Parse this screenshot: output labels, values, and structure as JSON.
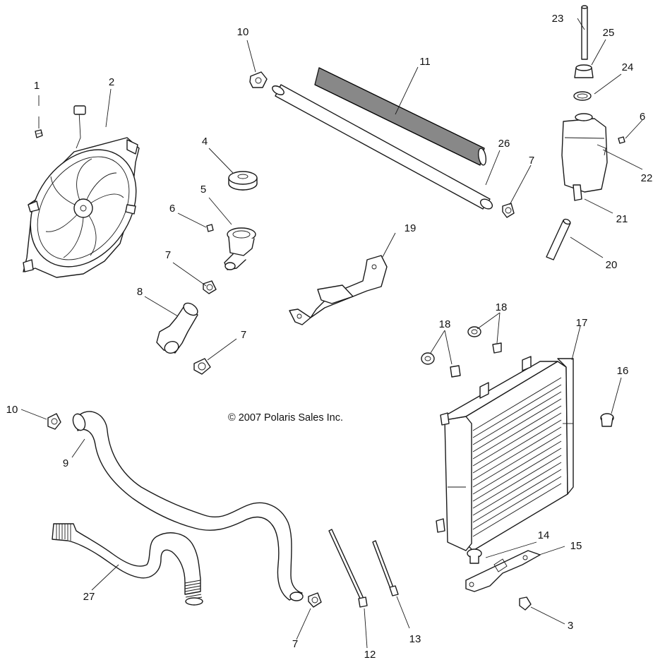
{
  "copyright": "© 2007 Polaris Sales Inc.",
  "callouts": [
    "1",
    "2",
    "3",
    "4",
    "5",
    "6",
    "6",
    "7",
    "7",
    "7",
    "7",
    "8",
    "9",
    "10",
    "10",
    "11",
    "12",
    "13",
    "14",
    "15",
    "16",
    "17",
    "18",
    "18",
    "19",
    "20",
    "21",
    "22",
    "23",
    "24",
    "25",
    "26",
    "27"
  ]
}
